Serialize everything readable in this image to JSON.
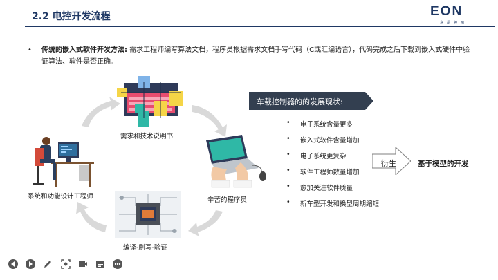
{
  "header": {
    "title": "2.2 电控开发流程",
    "logo_text": "EON",
    "logo_sub": "意昂神州"
  },
  "intro": {
    "bullet": "•",
    "lead": "传统的嵌入式软件开发方法:",
    "body": " 需求工程师编写算法文档，程序员根据需求文档手写代码（C或汇编语言），代码完成之后下载到嵌入式硬件中验证算法、软件是否正确。"
  },
  "cycle": {
    "doc_label": "需求和技术说明书",
    "engineer_label": "系统和功能设计工程师",
    "programmer_label": "辛苦的程序员",
    "compile_label": "编译-刷写-验证"
  },
  "callout": {
    "text": "车载控制器的的发展现状:"
  },
  "status_list": {
    "bullet": "•",
    "items": [
      "电子系统含量更多",
      "嵌入式软件含量增加",
      "电子系统更复杂",
      "软件工程师数量增加",
      "愈加关注软件质量",
      "新车型开发和换型周期缩短"
    ]
  },
  "derive": {
    "label": "衍生",
    "result": "基于模型的开发"
  },
  "toolbar": {
    "buttons": [
      "previous-icon",
      "next-icon",
      "pen-icon",
      "focus-icon",
      "video-icon",
      "subtitle-icon",
      "more-icon"
    ]
  },
  "colors": {
    "navy": "#1f3864",
    "callout_bg": "#333f50",
    "arrow_grey": "#d9d9d9",
    "accent_orange": "#e07b39"
  }
}
